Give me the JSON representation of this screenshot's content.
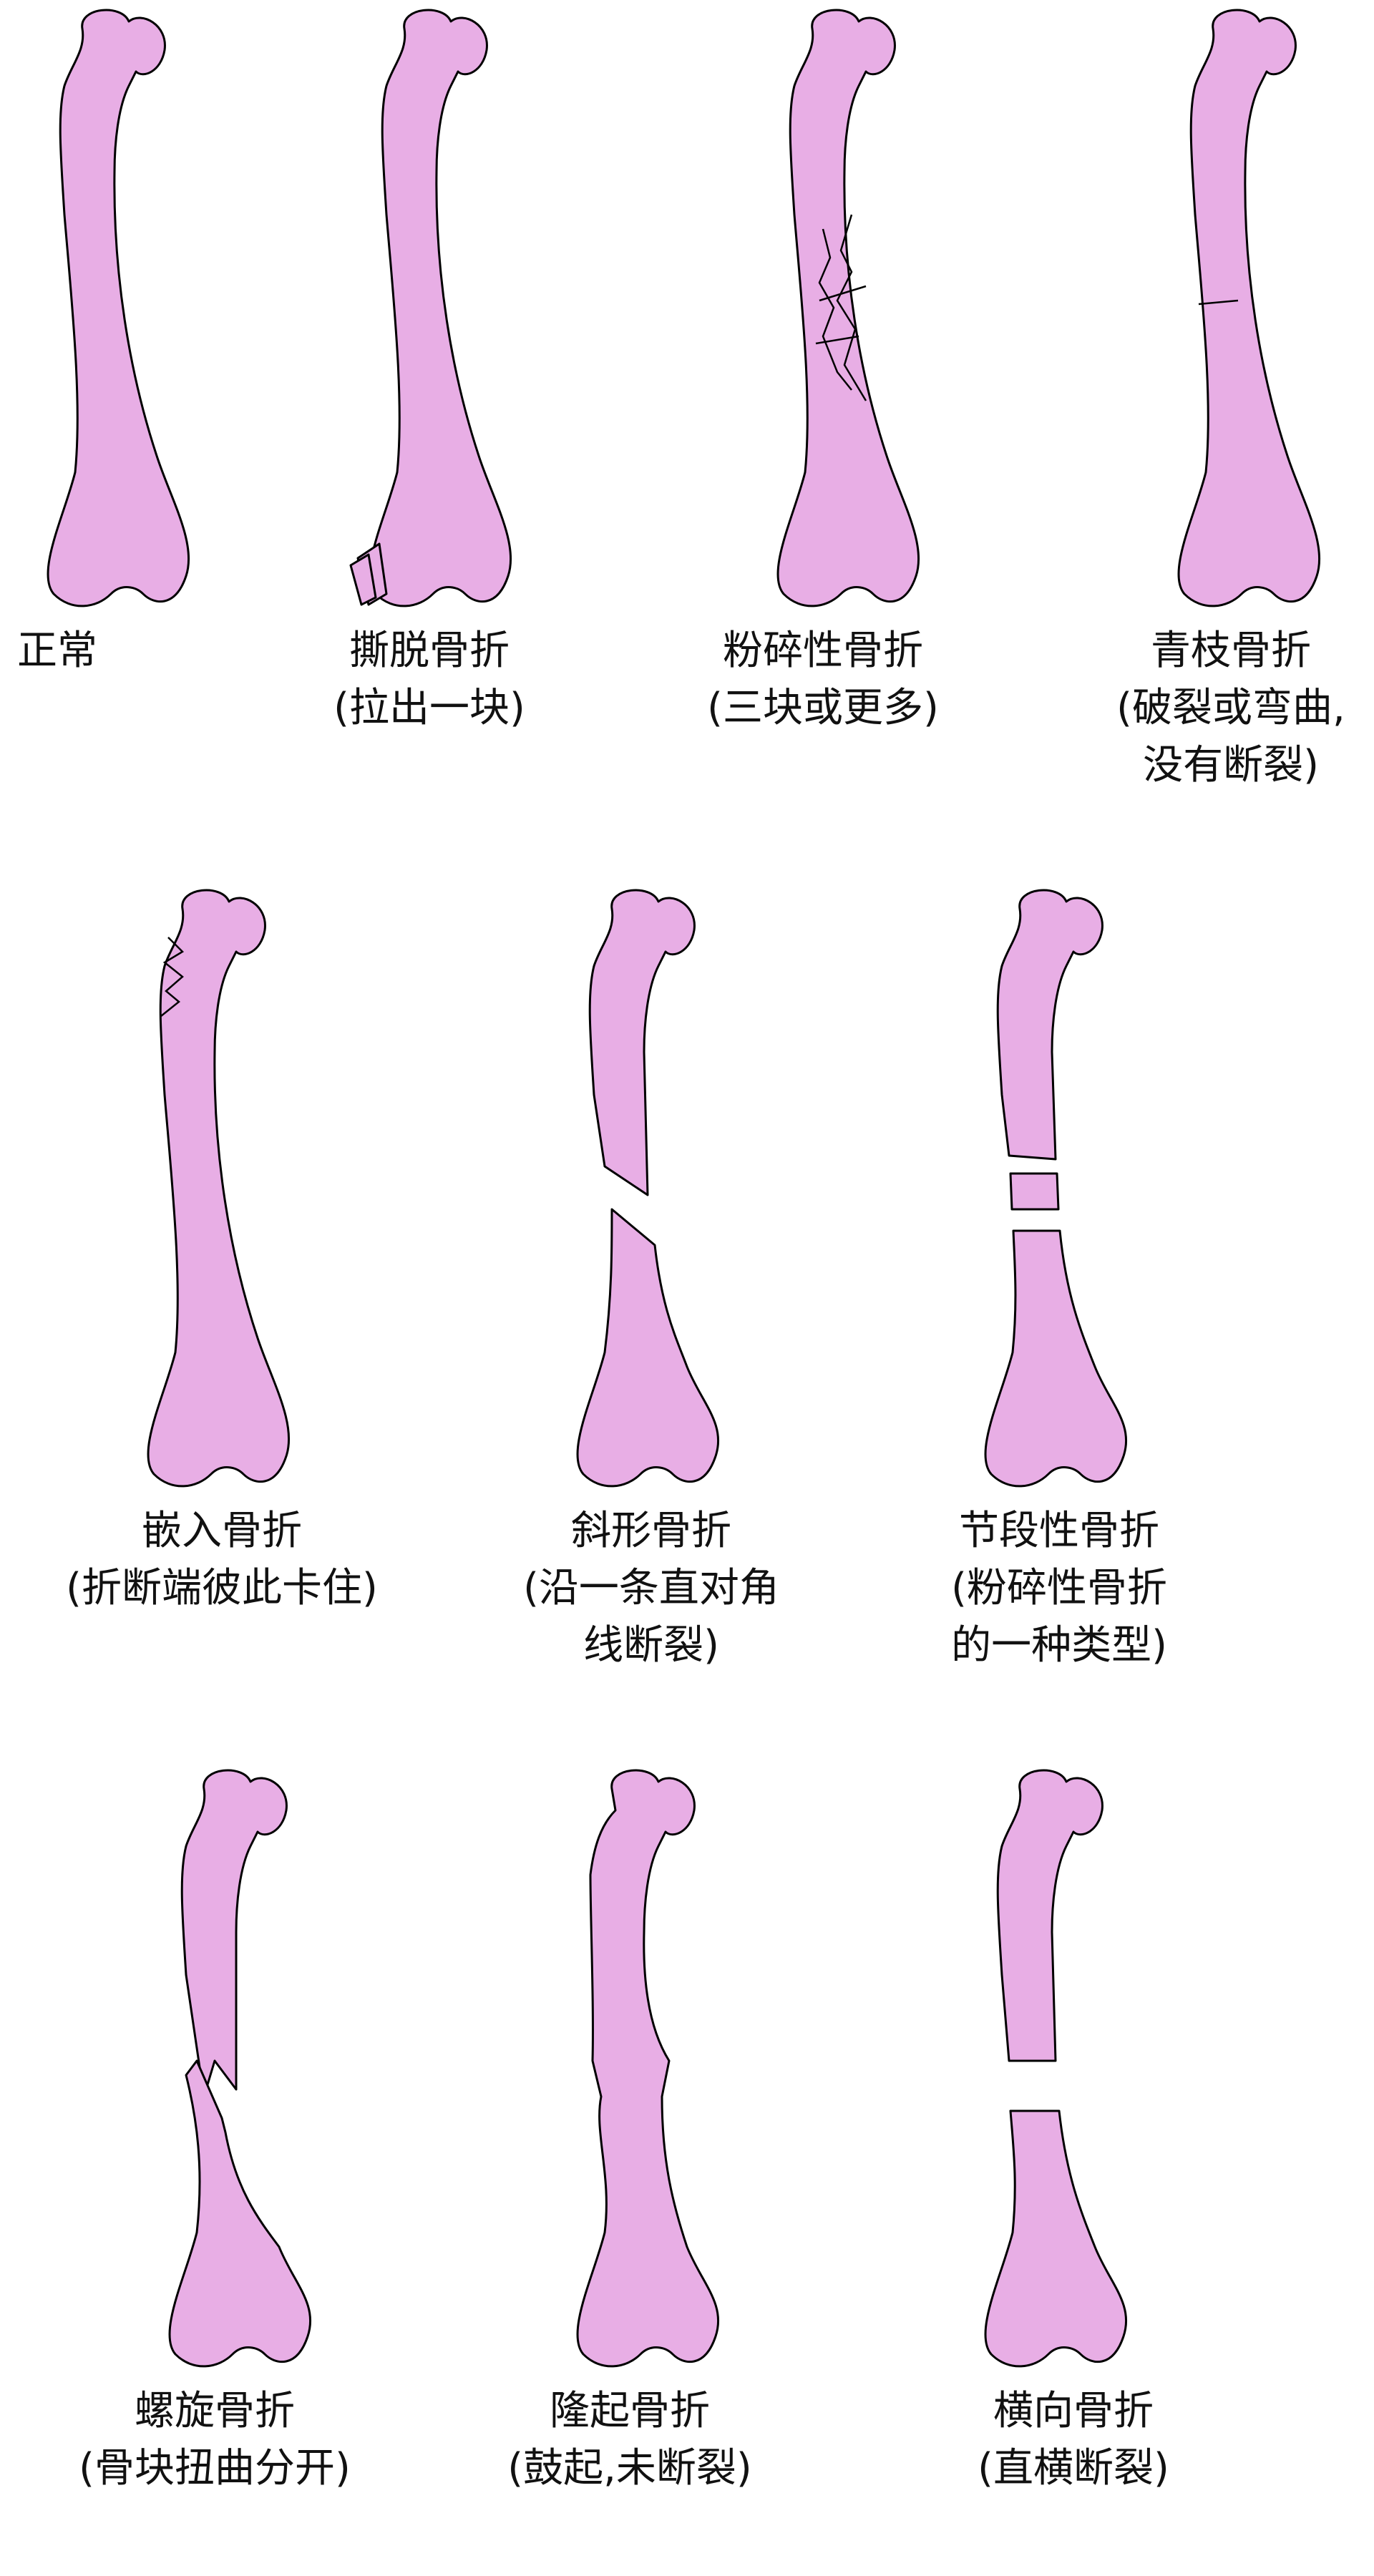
{
  "colors": {
    "bone": "#e8aee5",
    "outline": "#000000",
    "background": "#ffffff"
  },
  "fractures": [
    {
      "id": "normal",
      "lines": [
        "正常"
      ]
    },
    {
      "id": "avulsion",
      "lines": [
        "撕脱骨折",
        "(拉出一块)"
      ]
    },
    {
      "id": "comminuted",
      "lines": [
        "粉碎性骨折",
        "(三块或更多)"
      ]
    },
    {
      "id": "greenstick",
      "lines": [
        "青枝骨折",
        "(破裂或弯曲,",
        "没有断裂)"
      ]
    },
    {
      "id": "impacted",
      "lines": [
        "嵌入骨折",
        "(折断端彼此卡住)"
      ]
    },
    {
      "id": "oblique",
      "lines": [
        "斜形骨折",
        "(沿一条直对角",
        "线断裂)"
      ]
    },
    {
      "id": "segmental",
      "lines": [
        "节段性骨折",
        "(粉碎性骨折",
        "的一种类型)"
      ]
    },
    {
      "id": "spiral",
      "lines": [
        "螺旋骨折",
        "(骨块扭曲分开)"
      ]
    },
    {
      "id": "buckle",
      "lines": [
        "隆起骨折",
        "(鼓起,未断裂)"
      ]
    },
    {
      "id": "transverse",
      "lines": [
        "横向骨折",
        "(直横断裂)"
      ]
    }
  ]
}
